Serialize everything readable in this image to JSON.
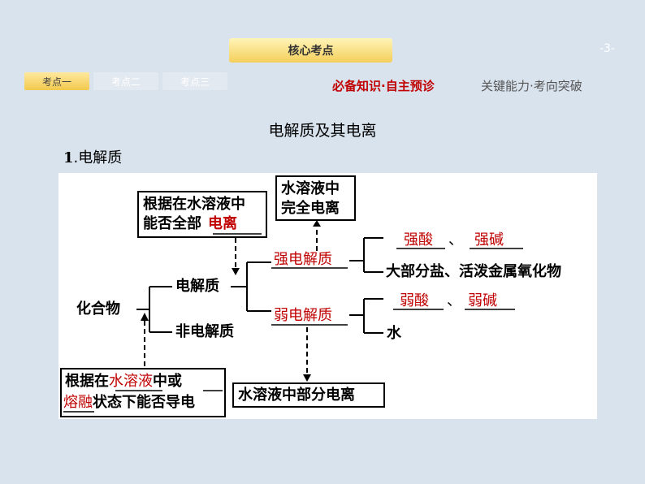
{
  "header": {
    "core_label": "核心考点",
    "page_number": "-3-",
    "tabs": [
      {
        "label": "考点一",
        "active": true
      },
      {
        "label": "考点二",
        "active": false
      },
      {
        "label": "考点三",
        "active": false
      }
    ],
    "nav_active": "必备知识·自主预诊",
    "nav_inactive": "关键能力·考向突破"
  },
  "section_title": "电解质及其电离",
  "subsection": {
    "number": "1",
    "label": ".电解质"
  },
  "diagram": {
    "criterion_top_line1": "根据在水溶液中",
    "criterion_top_line2": "能否全部",
    "criterion_top_answer": "电离",
    "complete_ion_line1": "水溶液中",
    "complete_ion_line2": "完全电离",
    "strong": "强电解质",
    "strong_acid": "强酸",
    "strong_base": "强碱",
    "sep": "、",
    "strong_other": "大部分盐、活泼金属氧化物",
    "compound": "化合物",
    "electrolyte": "电解质",
    "non_electrolyte": "非电解质",
    "weak": "弱电解质",
    "weak_acid": "弱酸",
    "weak_base": "弱碱",
    "water": "水",
    "criterion_bottom_pre": "根据在",
    "criterion_bottom_ans1": "水溶液",
    "criterion_bottom_mid": "中或",
    "criterion_bottom_ans2": "熔融",
    "criterion_bottom_post": "状态下能否导电",
    "partial_ion": "水溶液中部分电离"
  },
  "colors": {
    "answer": "#c00000",
    "background": "#d9e3ee",
    "tab_gold": "#f2c94c"
  }
}
